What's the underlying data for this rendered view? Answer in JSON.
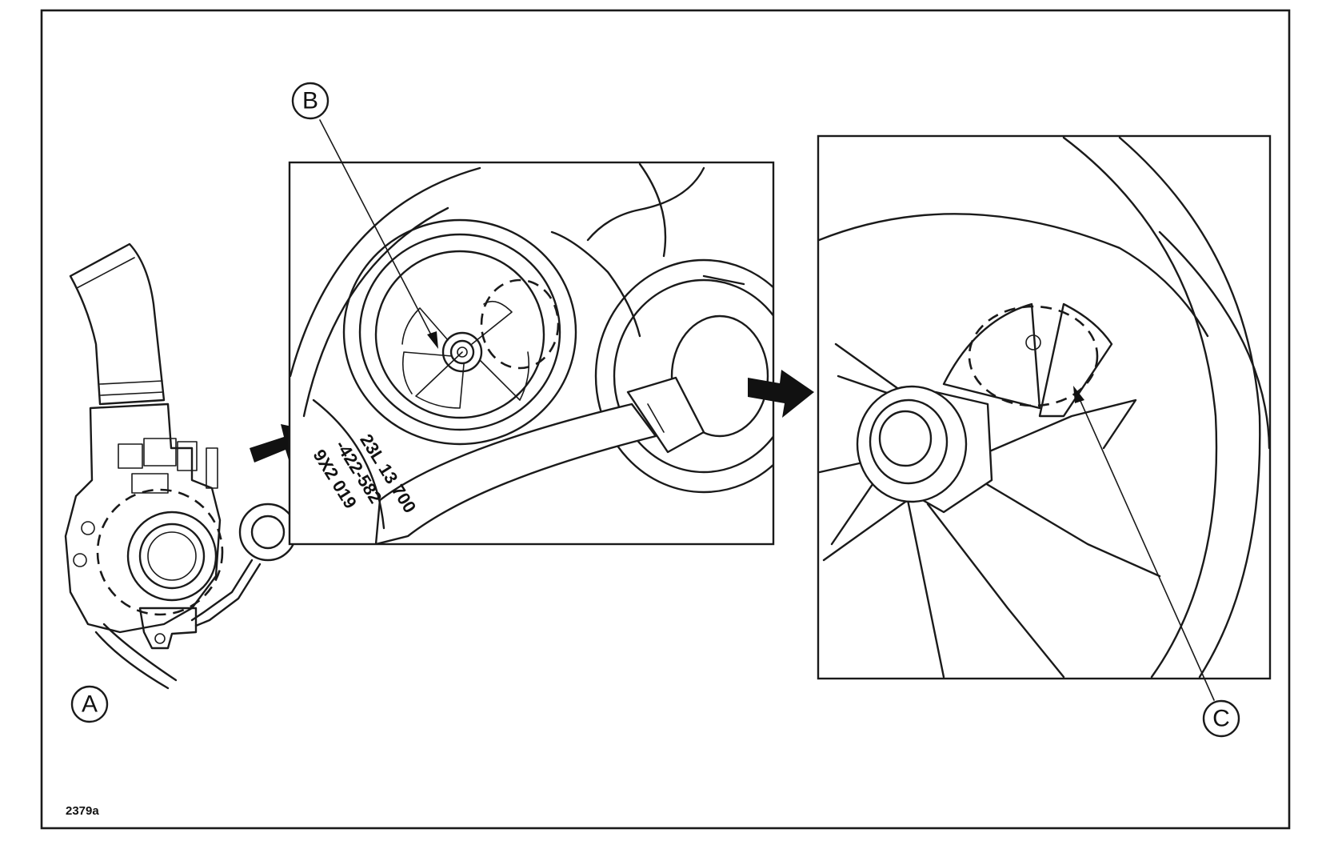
{
  "figure": {
    "id_label": "2379a"
  },
  "callouts": {
    "a": "A",
    "b": "B",
    "c": "C"
  },
  "housing_stamp": {
    "line1": "23L 13 700",
    "line2": "-422-582",
    "line3": "9X2 019"
  }
}
